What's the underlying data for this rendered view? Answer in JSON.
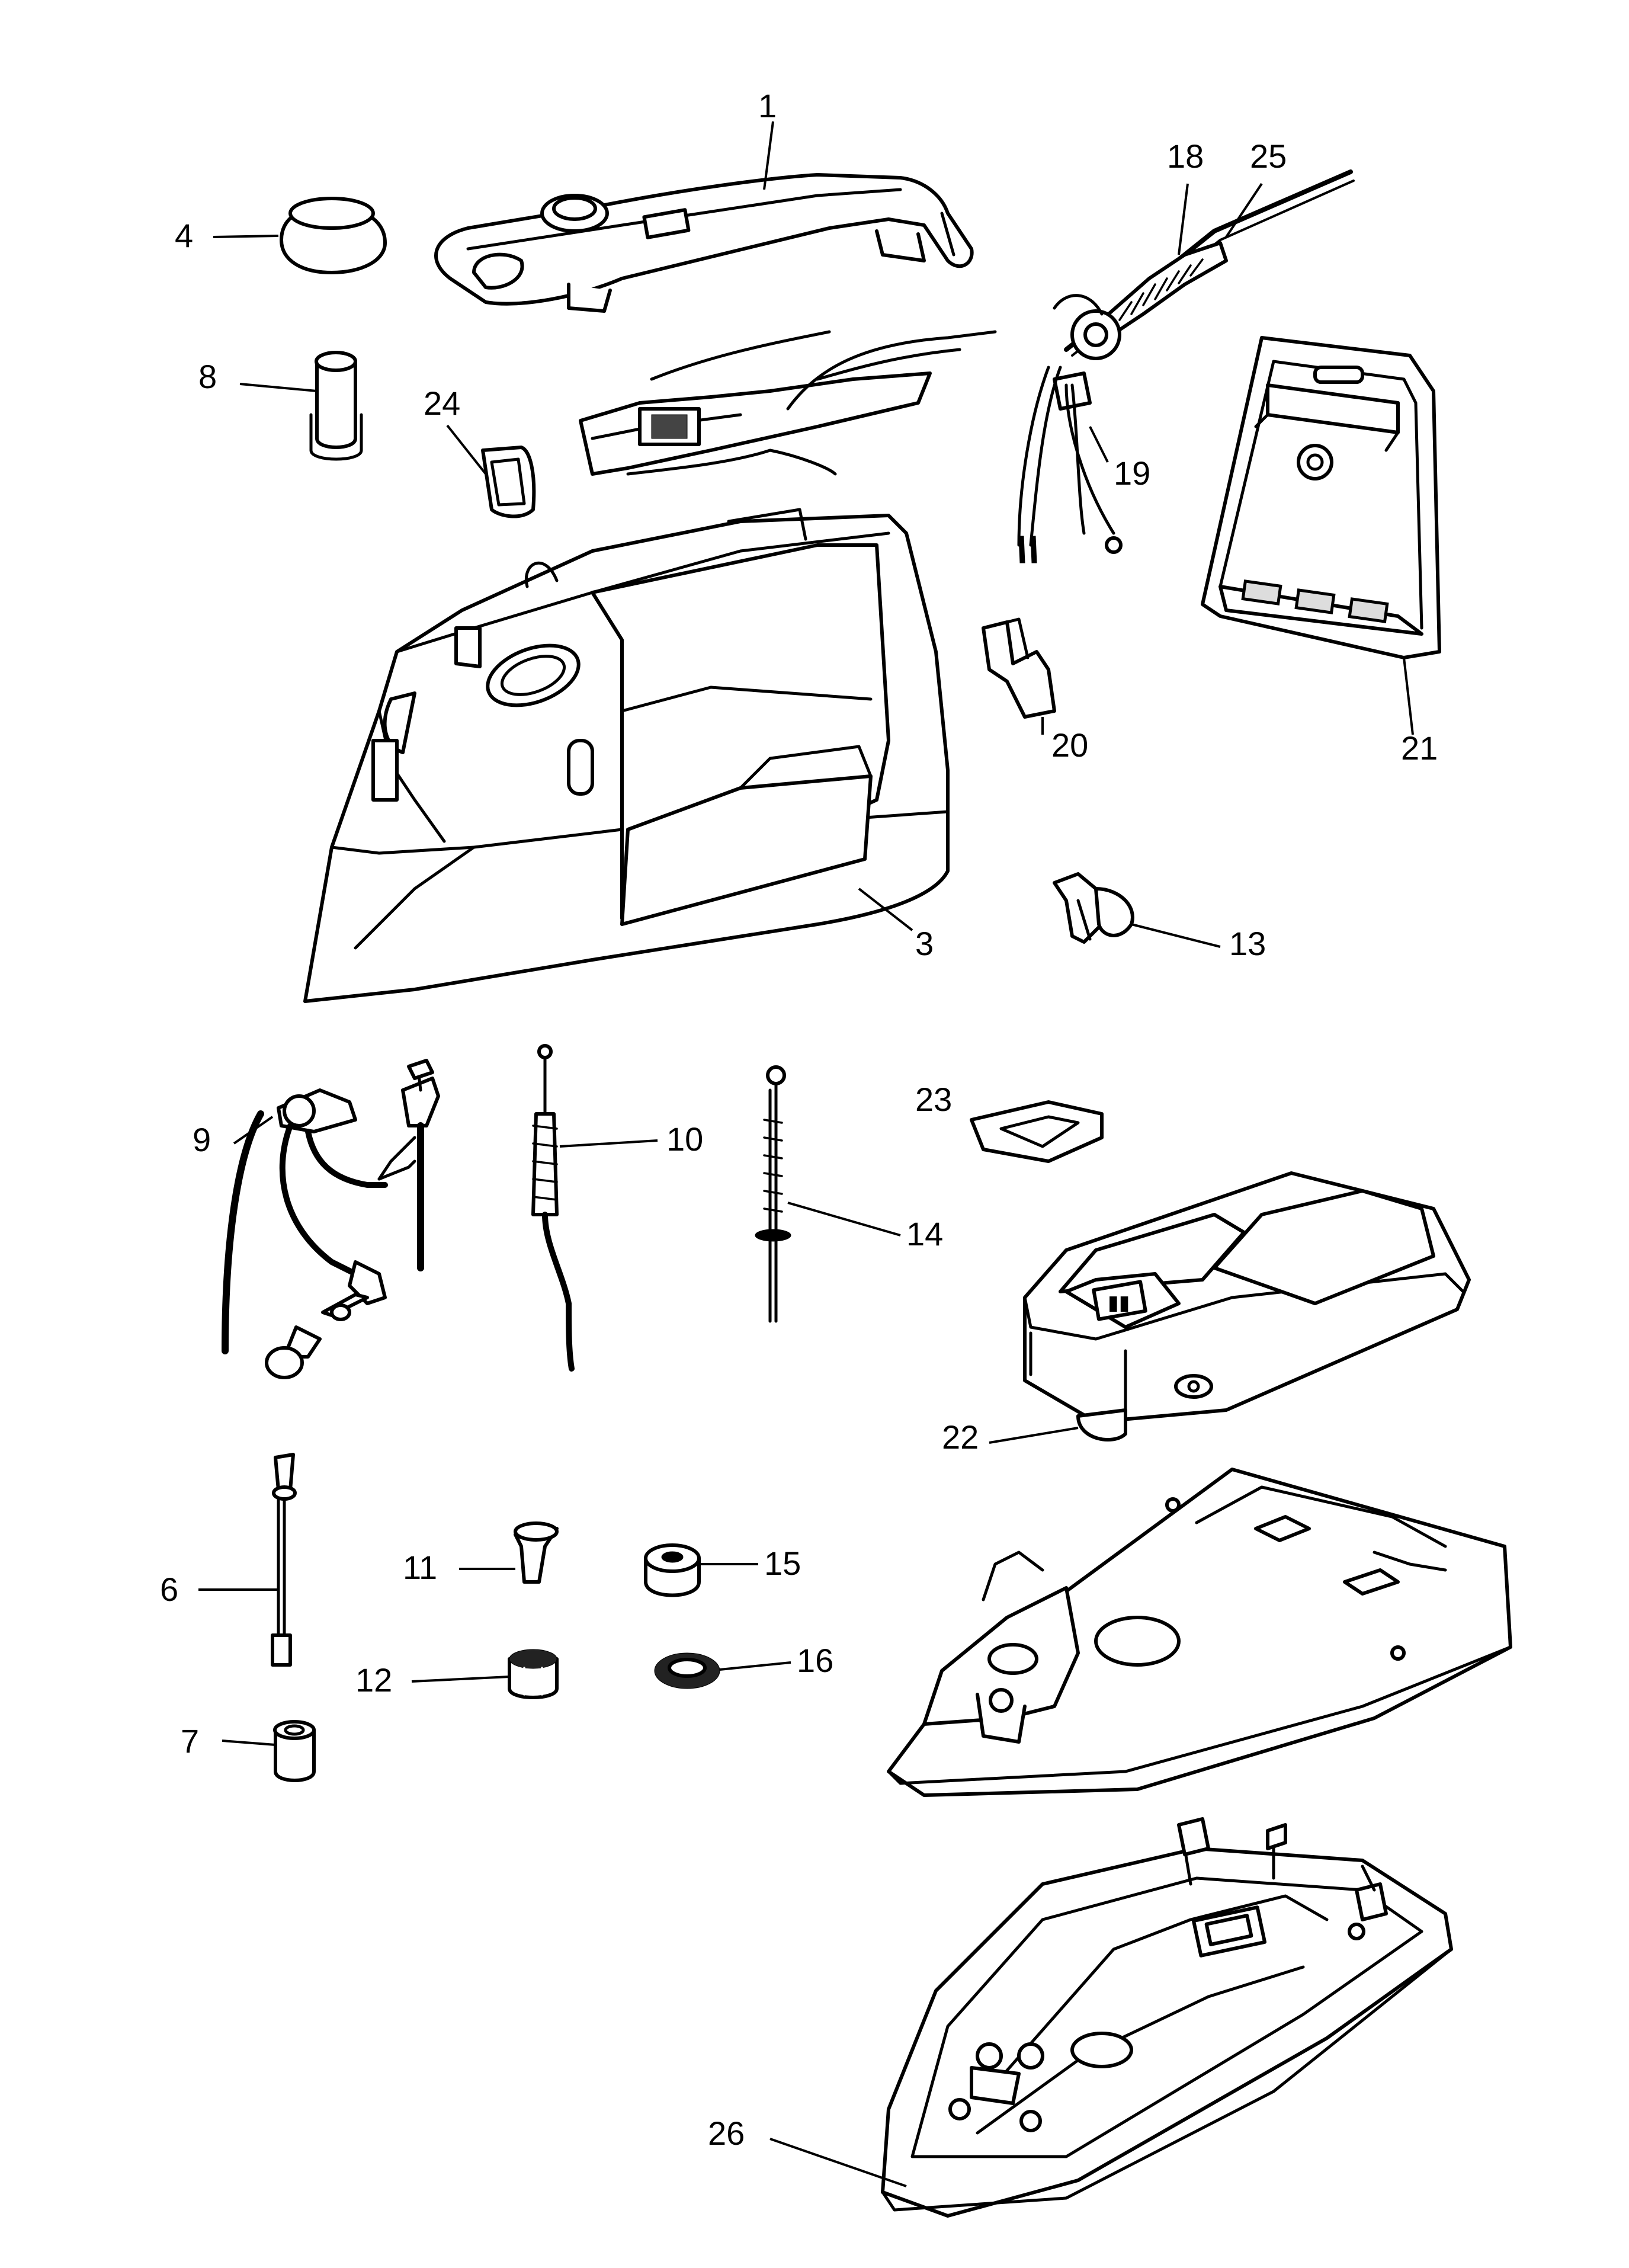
{
  "diagram": {
    "type": "exploded-parts-diagram",
    "labels": [
      {
        "id": "1",
        "text": "1"
      },
      {
        "id": "3",
        "text": "3"
      },
      {
        "id": "4",
        "text": "4"
      },
      {
        "id": "6",
        "text": "6"
      },
      {
        "id": "7",
        "text": "7"
      },
      {
        "id": "8",
        "text": "8"
      },
      {
        "id": "9",
        "text": "9"
      },
      {
        "id": "10",
        "text": "10"
      },
      {
        "id": "11",
        "text": "11"
      },
      {
        "id": "12",
        "text": "12"
      },
      {
        "id": "13",
        "text": "13"
      },
      {
        "id": "14",
        "text": "14"
      },
      {
        "id": "15",
        "text": "15"
      },
      {
        "id": "16",
        "text": "16"
      },
      {
        "id": "18",
        "text": "18"
      },
      {
        "id": "19",
        "text": "19"
      },
      {
        "id": "20",
        "text": "20"
      },
      {
        "id": "21",
        "text": "21"
      },
      {
        "id": "22",
        "text": "22"
      },
      {
        "id": "23",
        "text": "23"
      },
      {
        "id": "24",
        "text": "24"
      },
      {
        "id": "25",
        "text": "25"
      },
      {
        "id": "26",
        "text": "26"
      }
    ]
  }
}
